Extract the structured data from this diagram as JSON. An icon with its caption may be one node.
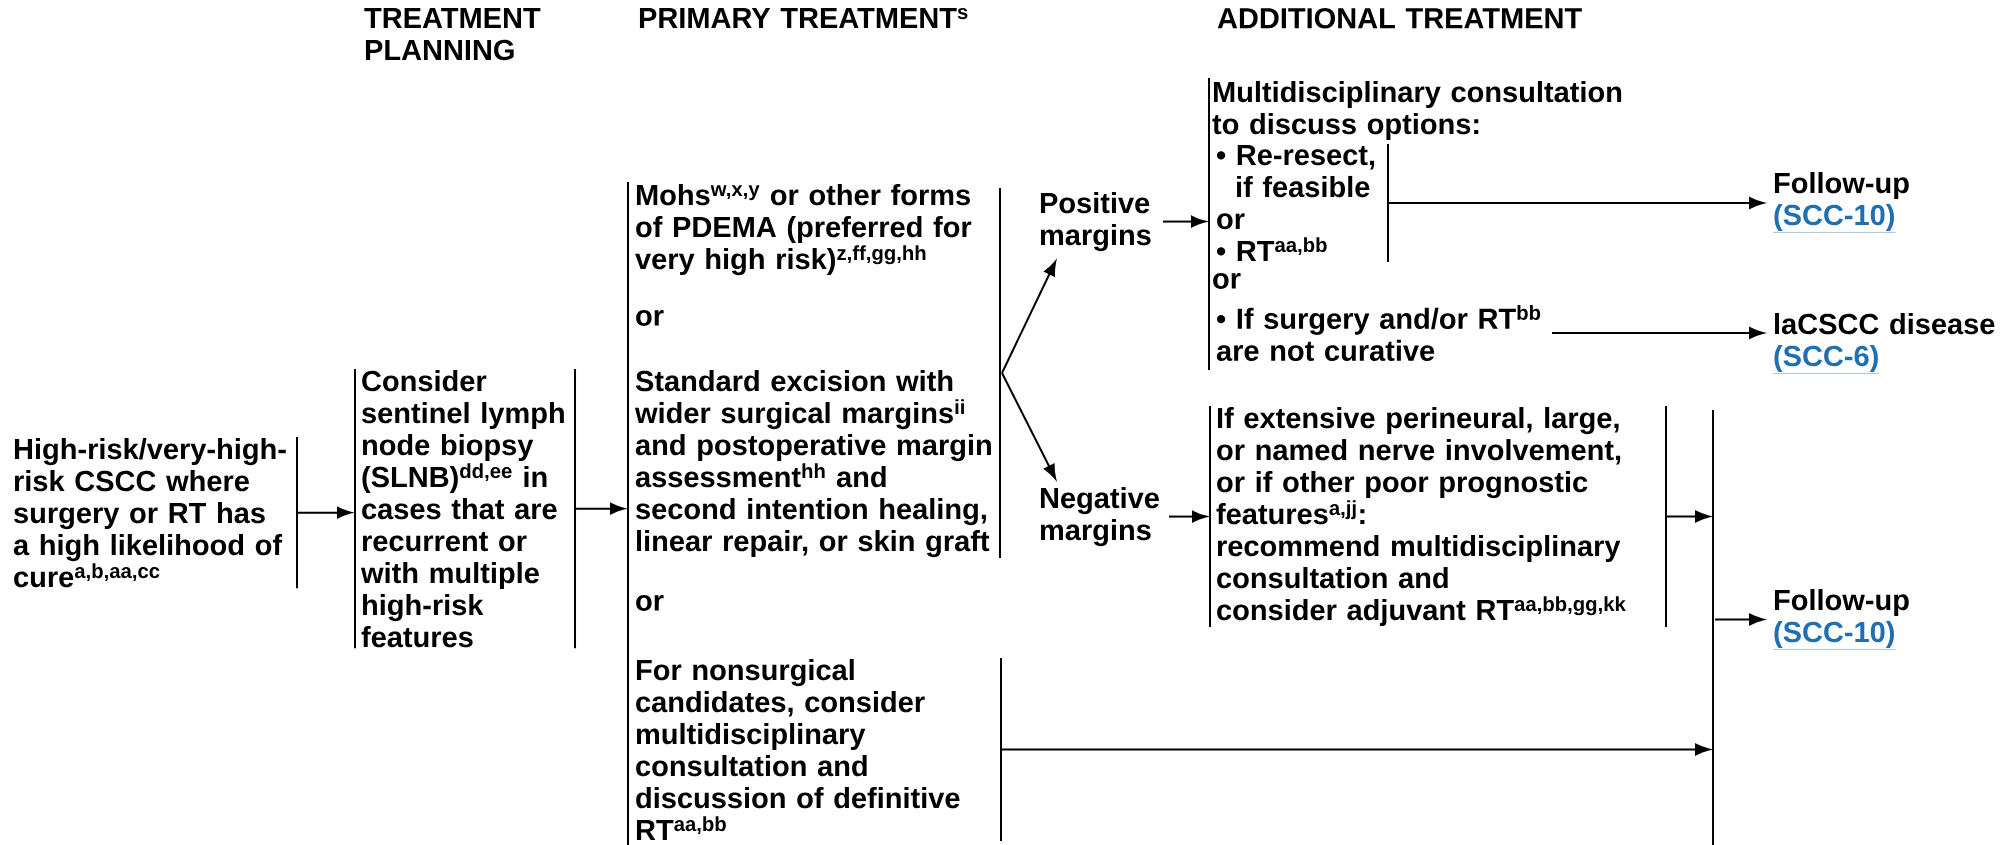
{
  "diagram": {
    "nodes": [
      {
        "text": [
          "High-risk/very-high-risk CSCC where surgery or RT has a high likelihood of cure$^{a,b,aa,cc}$"
        ]
      },
      {
        "text": [
          "Consider sentinel lymph node biopsy (SLNB)$^{dd,ee}$ in cases that are recurrent or with multiple high-risk features"
        ]
      },
      {
        "text": [
          "or",
          "or"
        ]
      },
      {
        "text": [
          "Mohs$^{w,x,y}$ or other forms of PDEMA (preferred for very high risk)$^{z,ff,gg,hh}$"
        ]
      },
      {
        "text": [
          "Standard excision with wider surgical margins$^{ii}$ and postoperative margin assessment$^{hh}$ and second intention healing, linear repair, or skin graft"
        ]
      },
      {
        "text": [
          "For nonsurgical candidates, consider multidisciplinary consultation and discussion of definitive RT$^{aa,bb}$"
        ]
      },
      {
        "text": [
          "Positive margins"
        ]
      },
      {
        "text": [
          "Negative margins"
        ]
      },
      {
        "text": [
          "Multidisciplinary consultation to discuss options:",
          "or"
        ]
      },
      {
        "text": [
          "• Re-resect, if feasible",
          "or",
          "• RT$^{aa,bb}$"
        ],
        "in": 8
      },
      {
        "text": [
          "• If surgery and/or RT$^{bb}$ are not curative"
        ],
        "in": 8
      },
      {
        "text": [
          "Follow-up",
          "(SCC-10)"
        ]
      },
      {
        "text": [
          "laCSCC disease",
          "(SCC-6)"
        ]
      },
      {
        "text": [
          "If extensive perineural, large, or named nerve involvement, or if other poor prognostic features$^{a,jj}$:",
          "recommend multidisciplinary consultation and",
          "consider adjuvant RT$^{aa,bb,gg,kk}$"
        ]
      },
      {
        "text": [],
        "shape": "bar"
      },
      {
        "text": [
          "Follow-up",
          "(SCC-10)"
        ]
      },
      {
        "text": [],
        "shape": "bar"
      }
    ],
    "edges": [
      {
        "from": 0,
        "to": 1,
        "arrow": "to"
      },
      {
        "from": 1,
        "to": 2,
        "arrow": "to"
      },
      {
        "from": 16,
        "to": 6,
        "arrow": "to"
      },
      {
        "from": 16,
        "to": 7,
        "arrow": "to"
      },
      {
        "from": 6,
        "to": 8,
        "arrow": "to"
      },
      {
        "from": 7,
        "to": 13,
        "arrow": "to"
      },
      {
        "from": 9,
        "to": 11,
        "arrow": "to"
      },
      {
        "from": 10,
        "to": 12,
        "arrow": "to"
      },
      {
        "from": 13,
        "to": 14,
        "arrow": "to"
      },
      {
        "from": 5,
        "to": 14,
        "arrow": "to"
      },
      {
        "from": 14,
        "to": 15,
        "arrow": "to"
      }
    ],
    "labels": [
      "TREATMENT PLANNING",
      "PRIMARY TREATMENT$^{s}$",
      "ADDITIONAL TREATMENT"
    ]
  }
}
